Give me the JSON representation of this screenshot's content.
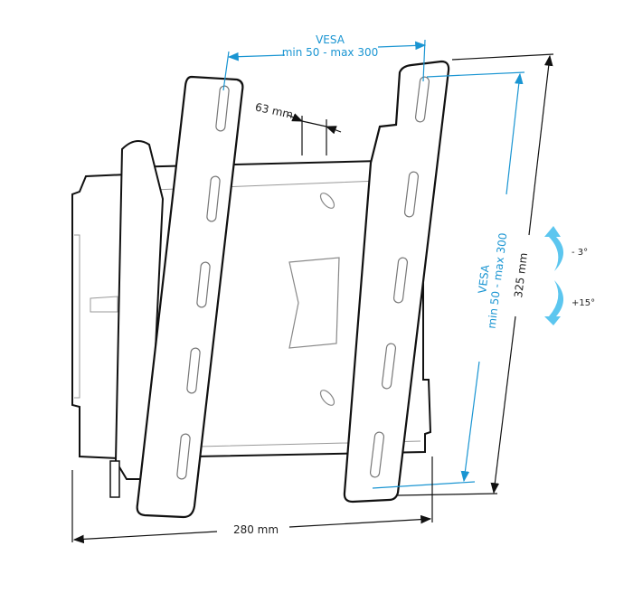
{
  "diagram": {
    "vesa_top": {
      "title": "VESA",
      "range": "min 50 - max 300"
    },
    "vesa_side": {
      "title": "VESA",
      "range": "min 50 - max 300"
    },
    "arm_offset": "63 mm",
    "height": "325 mm",
    "width": "280 mm",
    "tilt_up": "- 3°",
    "tilt_down": "+15°",
    "colors": {
      "dimension": "#1a95d2",
      "tilt_arrow": "#5cc6ef",
      "outline": "#111111"
    }
  }
}
